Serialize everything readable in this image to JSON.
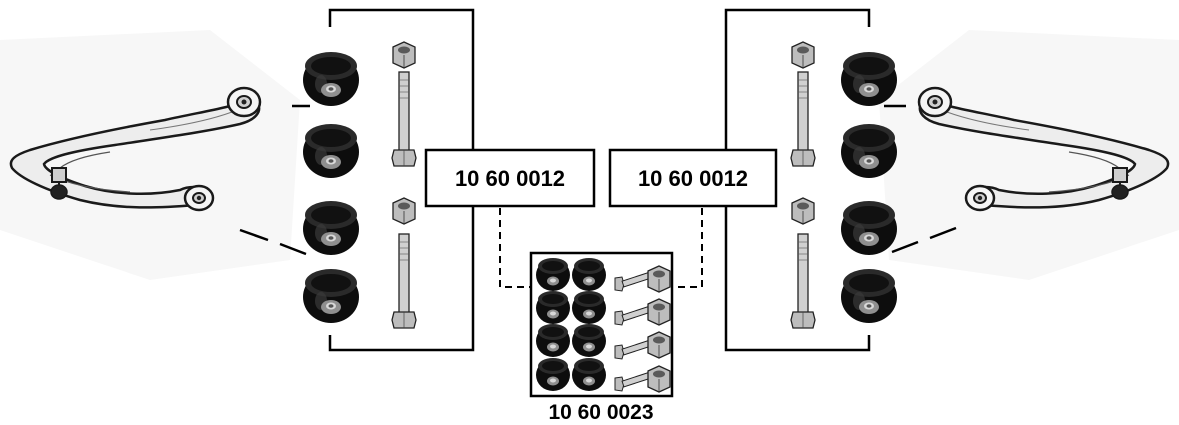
{
  "labels": {
    "left_kit": "10 60 0012",
    "right_kit": "10 60 0012",
    "combined_kit": "10 60 0023"
  },
  "colors": {
    "line": "#000000",
    "bushing_rubber": "#111111",
    "metal_hardware": "#c8c8c8",
    "control_arm": "#e6e6e6",
    "background": "#ffffff"
  },
  "icons": {
    "control_arm": "control-arm-icon",
    "bushing": "bushing-icon",
    "bolt": "bolt-icon",
    "nut": "nut-icon"
  }
}
